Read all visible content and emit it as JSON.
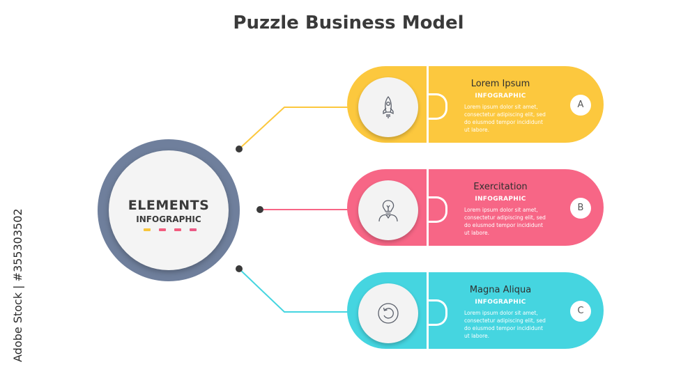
{
  "title": "Puzzle Business Model",
  "watermark": "Adobe Stock | #355303502",
  "hub": {
    "title": "ELEMENTS",
    "subtitle": "INFOGRAPHIC",
    "dot_colors": [
      "#f7c53c",
      "#f25d7f",
      "#f25d7f",
      "#ea5a86"
    ]
  },
  "cards": [
    {
      "title": "Lorem Ipsum",
      "subtitle": "INFOGRAPHIC",
      "body": "Lorem ipsum dolor sit amet, consectetur adipiscing elit, sed do eiusmod tempor incididunt ut labore.",
      "badge": "A",
      "icon": "rocket-icon",
      "color": "#fcc83e"
    },
    {
      "title": "Exercitation",
      "subtitle": "INFOGRAPHIC",
      "body": "Lorem ipsum dolor sit amet, consectetur adipiscing elit, sed do eiusmod tempor incididunt ut labore.",
      "badge": "B",
      "icon": "idea-person-icon",
      "color": "#f76686"
    },
    {
      "title": "Magna Aliqua",
      "subtitle": "INFOGRAPHIC",
      "body": "Lorem ipsum dolor sit amet, consectetur adipiscing elit, sed do eiusmod tempor incididunt ut labore.",
      "badge": "C",
      "icon": "refresh-icon",
      "color": "#45d5e0"
    }
  ],
  "connector_dot_color": "#3a3a3a"
}
